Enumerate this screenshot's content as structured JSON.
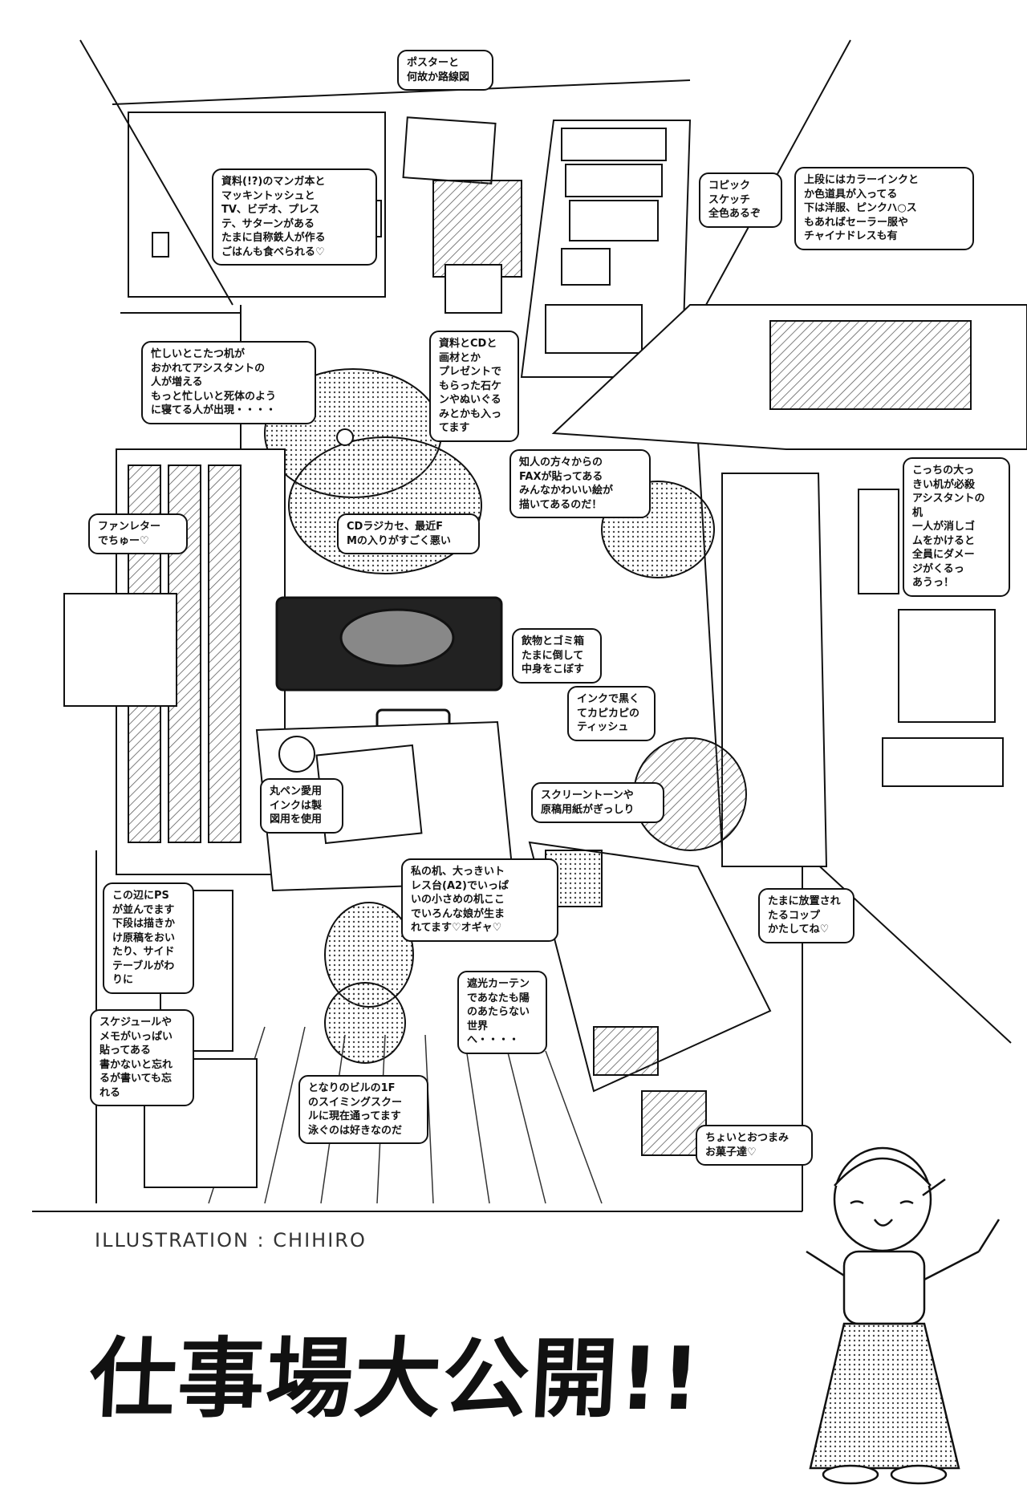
{
  "credit": "ILLUSTRATION : CHIHIRO",
  "title": "仕事場大公開!!",
  "captions": {
    "poster": "ポスターと\n何故か路線図",
    "tv": "資料(!?)のマンガ本と\nマッキントッシュと\nTV、ビデオ、プレス\nテ、サターンがある\nたまに自称鉄人が作る\nごはんも食べられる♡",
    "copic": "コピック\nスケッチ\n全色あるぞ",
    "closet": "上段にはカラーインクと\nか色道具が入ってる\n下は洋服、ピンクハ○ス\nもあればセーラー服や\nチャイナドレスも有",
    "kotatsu": "忙しいとこたつ机が\nおかれてアシスタントの\n人が増える\nもっと忙しいと死体のよう\nに寝てる人が出現・・・・",
    "shelf": "資料とCDと\n画材とか\nプレゼントで\nもらった石ケ\nンやぬいぐる\nみとかも入っ\nてます",
    "fax": "知人の方々からの\nFAXが貼ってある\nみんなかわいい絵が\n描いてあるのだ！",
    "assistant_desk": "こっちの大っ\nきい机が必殺\nアシスタントの\n机\n一人が消しゴ\nムをかけると\n全員にダメー\nジがくるっ\nあうっ！",
    "fanletter": "ファンレター\nでちゅー♡",
    "cd_radio": "CDラジカセ、最近F\nMの入りがすごく悪い",
    "trash": "飲物とゴミ箱\nたまに倒して\n中身をこぼす",
    "tissue": "インクで黒く\nてカピカピの\nティッシュ",
    "pen": "丸ペン愛用\nインクは製\n図用を使用",
    "tone": "スクリーントーンや\n原稿用紙がぎっしり",
    "cup": "たまに放置され\nたるコップ\nかたしてね♡",
    "ps": "この辺にPS\nが並んでます\n下段は描きか\nけ原稿をおい\nたり、サイド\nテーブルがわ\nりに",
    "my_desk": "私の机、大っきいト\nレス台(A2)でいっぱ\nいの小さめの机ここ\nでいろんな娘が生ま\nれてます♡オギャ♡",
    "schedule": "スケジュールや\nメモがいっぱい\n貼ってある\n書かないと忘れ\nるが書いても忘\nれる",
    "curtain": "遮光カーテン\nであなたも陽\nのあたらない\n世界へ・・・・",
    "swimming": "となりのビルの1F\nのスイミングスクー\nルに現在通ってます\n泳ぐのは好きなのだ",
    "snacks": "ちょいとおつまみ\nお菓子達♡"
  },
  "colors": {
    "ink": "#111111",
    "paper": "#ffffff",
    "screentone": "#bdbdbd"
  }
}
